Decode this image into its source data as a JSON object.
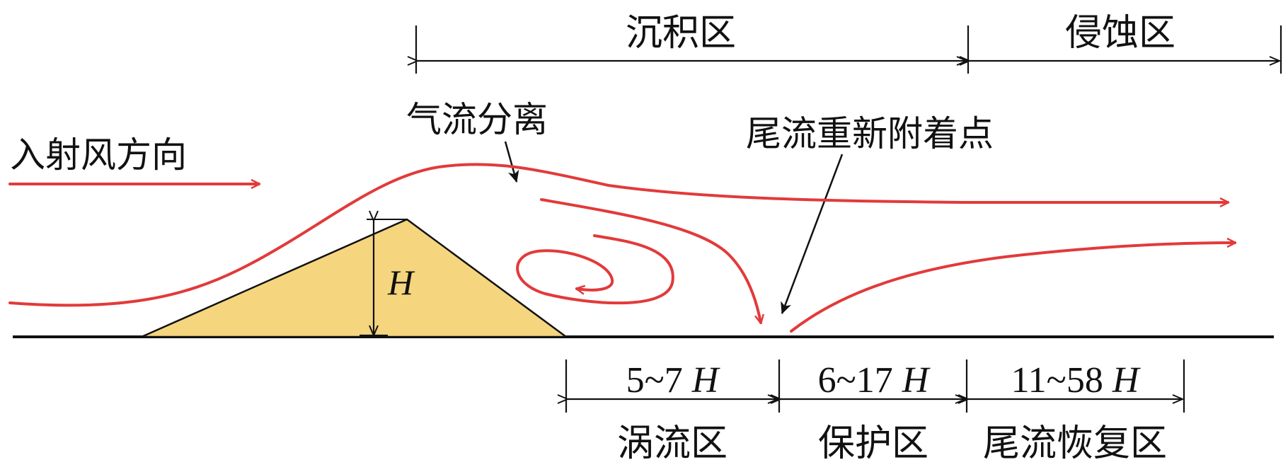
{
  "labels": {
    "deposition_zone": "沉积区",
    "erosion_zone": "侵蚀区",
    "flow_separation": "气流分离",
    "incident_wind": "入射风方向",
    "wake_reattachment": "尾流重新附着点",
    "height_symbol": "H",
    "eddy_zone": "涡流区",
    "protection_zone": "保护区",
    "wake_recovery_zone": "尾流恢复区"
  },
  "distances": {
    "eddy": {
      "range": "5~7",
      "unit": "H"
    },
    "protection": {
      "range": "6~17",
      "unit": "H"
    },
    "recovery": {
      "range": "11~58",
      "unit": "H"
    }
  },
  "colors": {
    "flow_lines": "#e23a3a",
    "dune_fill": "#f5d57e",
    "lines": "#111111"
  }
}
